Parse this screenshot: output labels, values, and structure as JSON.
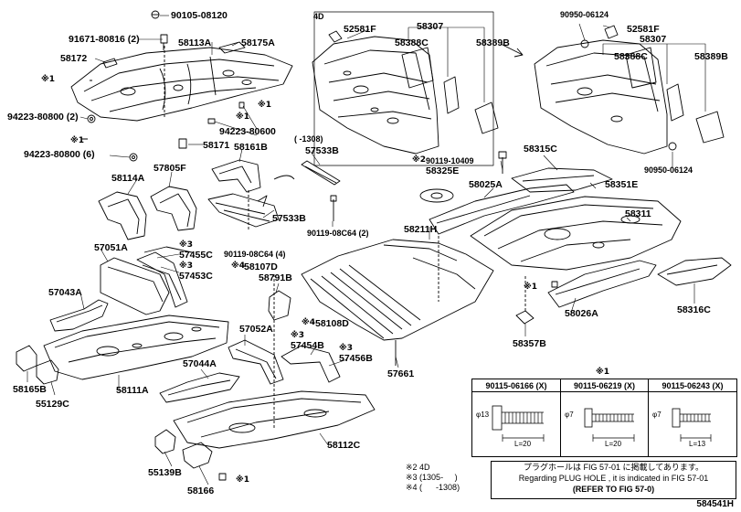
{
  "labels": {
    "p90105_08120": "90105-08120",
    "p91671_80816": "91671-80816 (2)",
    "p58113A": "58113A",
    "p58175A": "58175A",
    "p58172": "58172",
    "p94223_80800_2": "94223-80800 (2)",
    "p94223_80800_6": "94223-80800 (6)",
    "p94223_80600": "94223-80600",
    "p58171": "58171",
    "p58161B": "58161B",
    "p58114A": "58114A",
    "p57805F": "57805F",
    "p57533B_a": "57533B",
    "p57533B_b": "57533B",
    "p90119_08C64_2": "90119-08C64 (2)",
    "p58211H": "58211H",
    "p57051A": "57051A",
    "p57455C": "57455C",
    "p90119_08C64_4": "90119-08C64 (4)",
    "p57453C": "57453C",
    "p58107D": "58107D",
    "p58791B": "58791B",
    "p57043A": "57043A",
    "p58108D": "58108D",
    "p57052A": "57052A",
    "p57454B": "57454B",
    "p57456B": "57456B",
    "p57661": "57661",
    "p58111A": "58111A",
    "p57044A": "57044A",
    "p58165B": "58165B",
    "p55129C": "55129C",
    "p58112C": "58112C",
    "p55139B": "55139B",
    "p58166": "58166",
    "p52581F_a": "52581F",
    "p58307_a": "58307",
    "p58388C_a": "58388C",
    "p58389B_a": "58389B",
    "p90950_06124_a": "90950-06124",
    "p52581F_b": "52581F",
    "p58307_b": "58307",
    "p58388C_b": "58388C",
    "p58389B_b": "58389B",
    "p90950_06124_b": "90950-06124",
    "p90119_10409": "90119-10409",
    "p58325E": "58325E",
    "p58315C": "58315C",
    "p58025A": "58025A",
    "p58351E": "58351E",
    "p58311": "58311",
    "p58026A": "58026A",
    "p58316C": "58316C",
    "p58357B": "58357B",
    "range1308": "( -1308)",
    "tag4D": "4D"
  },
  "marks": {
    "x1": "※1",
    "x2": "※2",
    "x3": "※3",
    "x4": "※4"
  },
  "studs_table": {
    "title": "※1",
    "columns": [
      {
        "part": "90115-06166 (X)",
        "diameter": "φ13",
        "length": "L=20"
      },
      {
        "part": "90115-06219 (X)",
        "diameter": "φ7",
        "length": "L=20"
      },
      {
        "part": "90115-06243 (X)",
        "diameter": "φ7",
        "length": "L=13"
      }
    ]
  },
  "notes": {
    "n2": "※2 4D",
    "n3": "※3 (1305-     )",
    "n4": "※4 (      -1308)"
  },
  "plug_note": {
    "jp": "プラグホールは FIG 57-01 に掲載してあります。",
    "en": "Regarding PLUG HOLE , it is indicated in FIG 57-01",
    "ref": "(REFER TO FIG 57-0)"
  },
  "figure_id": "584541H"
}
